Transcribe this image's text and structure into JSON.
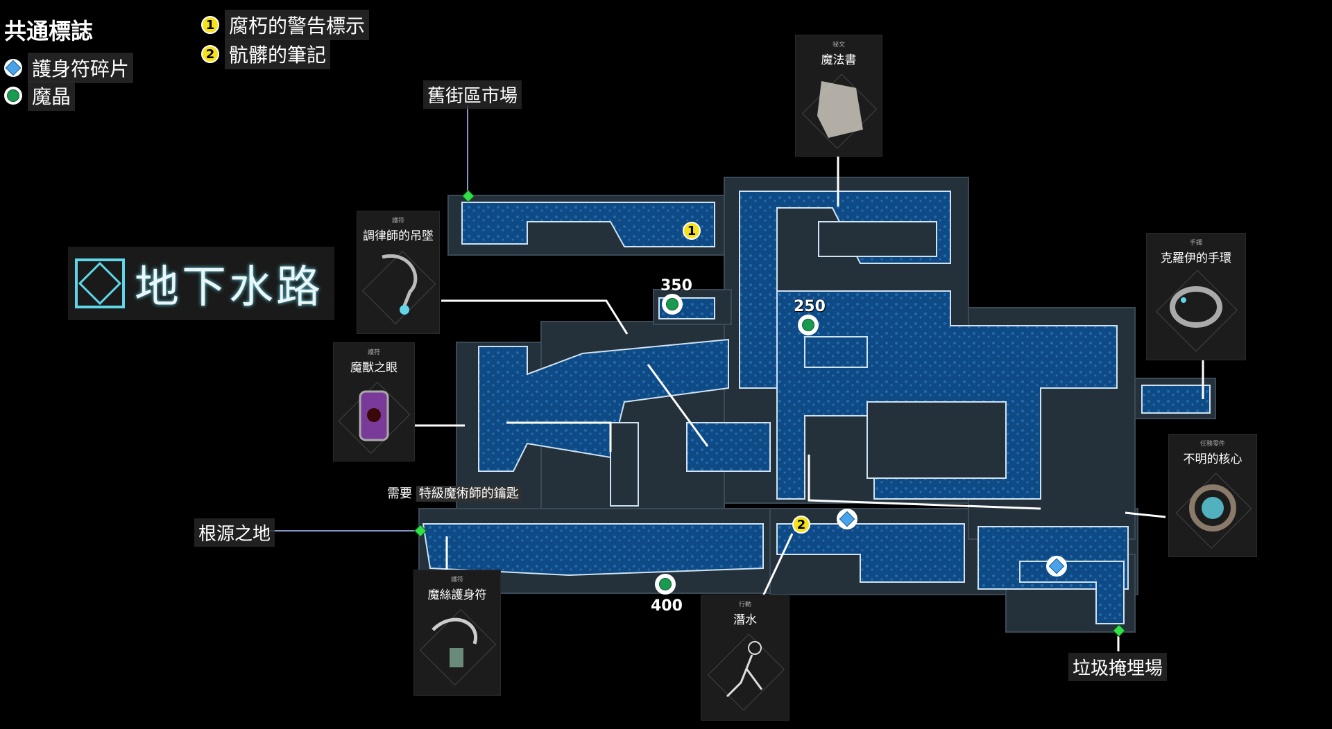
{
  "legend": {
    "title": "共通標誌",
    "items": [
      {
        "label": "護身符碎片",
        "icon": "amulet-shard-icon"
      },
      {
        "label": "魔晶",
        "icon": "magic-crystal-icon"
      }
    ],
    "notes": [
      {
        "number": "1",
        "label": "腐朽的警告標示"
      },
      {
        "number": "2",
        "label": "骯髒的筆記"
      }
    ]
  },
  "area": {
    "name": "地下水路"
  },
  "locations": {
    "old_market": "舊街區市場",
    "root_land": "根源之地",
    "landfill": "垃圾掩埋場"
  },
  "requirement": {
    "prefix": "需要",
    "key": "特級魔術師的鑰匙"
  },
  "money": {
    "a": "350",
    "b": "250",
    "c": "400"
  },
  "cards": [
    {
      "category": "祕文",
      "name": "魔法書",
      "icon": "spellbook-icon"
    },
    {
      "category": "護符",
      "name": "調律師的吊墜",
      "icon": "pendant-icon"
    },
    {
      "category": "護符",
      "name": "魔獸之眼",
      "icon": "beast-eye-icon"
    },
    {
      "category": "手鐲",
      "name": "克羅伊的手環",
      "icon": "bracelet-icon"
    },
    {
      "category": "任務零件",
      "name": "不明的核心",
      "icon": "core-icon"
    },
    {
      "category": "護符",
      "name": "魔絲護身符",
      "icon": "amulet-icon"
    },
    {
      "category": "行動",
      "name": "潛水",
      "icon": "dive-icon"
    }
  ],
  "markers": {
    "note1": "1",
    "note2": "2"
  },
  "colors": {
    "water": "#0e4a86",
    "water_light": "#2f7fc2",
    "wall": "#24313b",
    "accent": "#5fd7e8",
    "gem_green": "#1a9a50",
    "gem_blue": "#4aa3e8",
    "badge": "#f6e21a"
  }
}
